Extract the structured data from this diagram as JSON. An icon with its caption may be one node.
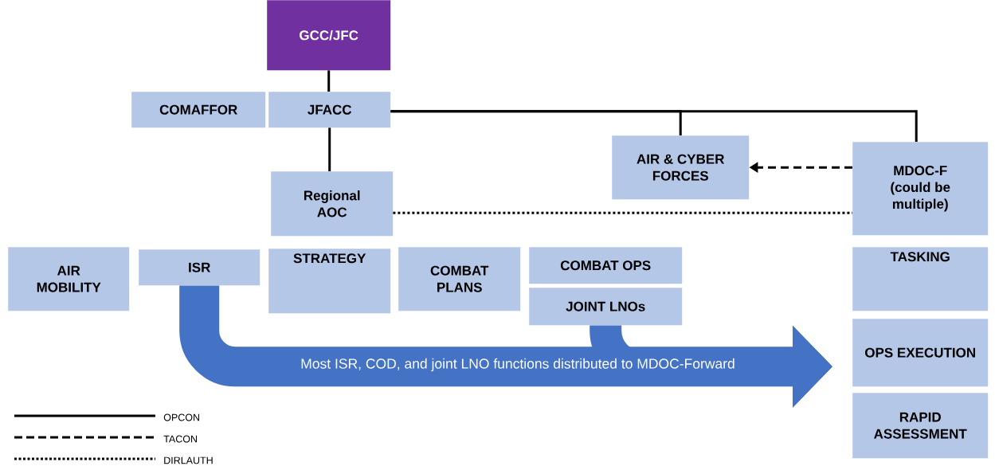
{
  "diagram": {
    "nodes": [
      {
        "text": [
          "GCC/JFC"
        ]
      },
      {
        "text": [
          "COMAFFOR"
        ]
      },
      {
        "text": [
          "JFACC"
        ]
      },
      {
        "text": [
          "AIR & CYBER FORCES"
        ]
      },
      {
        "text": [
          "MDOC-F (could be multiple)"
        ]
      },
      {
        "text": [
          "Regional AOC"
        ]
      },
      {
        "text": [
          "AIR MOBILITY"
        ]
      },
      {
        "text": [
          "ISR"
        ]
      },
      {
        "text": [
          "STRATEGY"
        ]
      },
      {
        "text": [
          "COMBAT PLANS"
        ]
      },
      {
        "text": [
          "COMBAT OPS"
        ]
      },
      {
        "text": [
          "JOINT LNOs"
        ]
      },
      {
        "text": [
          "TASKING"
        ]
      },
      {
        "text": [
          "OPS EXECUTION"
        ]
      },
      {
        "text": [
          "RAPID ASSESSMENT"
        ]
      }
    ],
    "edges": [
      {
        "from": 0,
        "to": 2,
        "arrow": "none"
      },
      {
        "from": 2,
        "to": 5,
        "arrow": "none"
      },
      {
        "from": 2,
        "to": 3,
        "arrow": "none"
      },
      {
        "from": 2,
        "to": 4,
        "arrow": "none"
      },
      {
        "from": 4,
        "to": 3,
        "arrow": "to",
        "style": "dashed"
      },
      {
        "from": 5,
        "to": 4,
        "arrow": "none",
        "style": "dashed"
      },
      {
        "from": 11,
        "to": 13,
        "arrow": "to",
        "style": "thick",
        "color": "#4472c4"
      },
      {
        "from": 7,
        "to": 13,
        "arrow": "to",
        "style": "thick",
        "color": "#4472c4",
        "label": "Most ISR, COD, and joint LNO functions distributed to MDOC-Forward"
      }
    ],
    "legend": [
      {
        "text": "OPCON"
      },
      {
        "text": "TACON"
      },
      {
        "text": "DIRLAUTH"
      }
    ]
  }
}
